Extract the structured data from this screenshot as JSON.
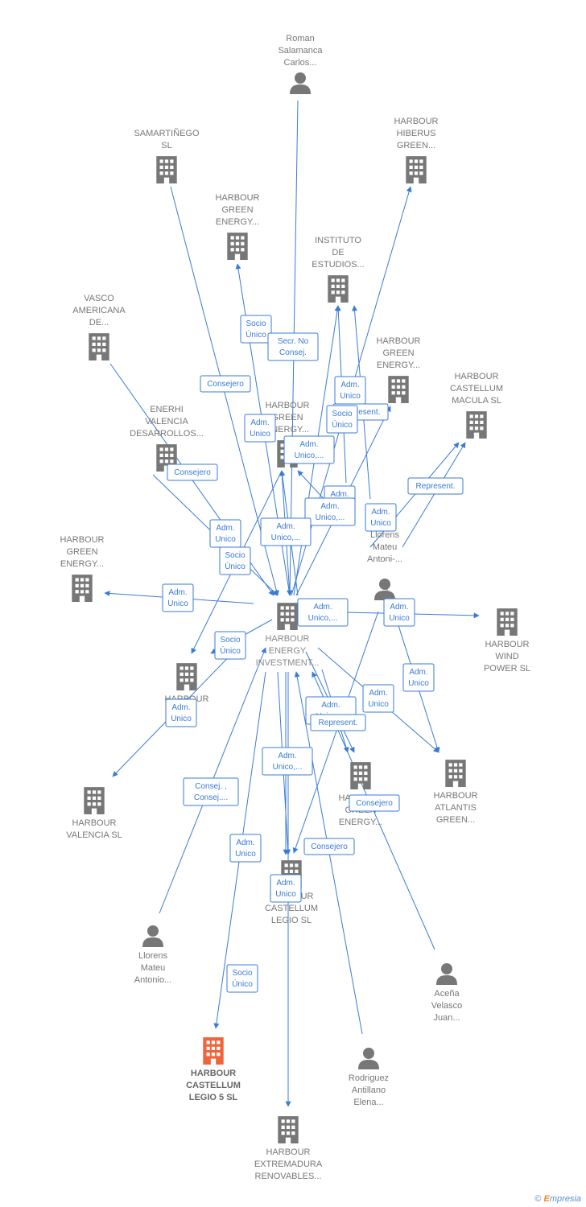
{
  "colors": {
    "edge": "#3a7bd5",
    "node": "#777777",
    "highlight": "#f0643c"
  },
  "nodes": [
    {
      "id": "center",
      "type": "company",
      "lines": [
        "HARBOUR",
        "ENERGY",
        "INVESTMENT..."
      ]
    },
    {
      "id": "roman",
      "type": "person",
      "lines": [
        "Roman",
        "Salamanca",
        "Carlos..."
      ]
    },
    {
      "id": "samartinego",
      "type": "company",
      "lines": [
        "SAMARTIÑEGO",
        "SL"
      ]
    },
    {
      "id": "hiberus",
      "type": "company",
      "lines": [
        "HARBOUR",
        "HIBERUS",
        "GREEN..."
      ]
    },
    {
      "id": "hge1",
      "type": "company",
      "lines": [
        "HARBOUR",
        "GREEN",
        "ENERGY..."
      ]
    },
    {
      "id": "instituto",
      "type": "company",
      "lines": [
        "INSTITUTO",
        "DE",
        "ESTUDIOS..."
      ]
    },
    {
      "id": "vasco",
      "type": "company",
      "lines": [
        "VASCO",
        "AMERICANA",
        "DE..."
      ]
    },
    {
      "id": "hge2",
      "type": "company",
      "lines": [
        "HARBOUR",
        "GREEN",
        "ENERGY..."
      ]
    },
    {
      "id": "macula",
      "type": "company",
      "lines": [
        "HARBOUR",
        "CASTELLUM",
        "MACULA  SL"
      ]
    },
    {
      "id": "enerhi",
      "type": "company",
      "lines": [
        "ENERHI",
        "VALENCIA",
        "DESARROLLOS..."
      ]
    },
    {
      "id": "hge3",
      "type": "company",
      "lines": [
        "HARBOUR",
        "GREEN",
        "ENERGY..."
      ]
    },
    {
      "id": "llorens1",
      "type": "person",
      "lines": [
        "Llorens",
        "Mateu",
        "Antoni-..."
      ]
    },
    {
      "id": "hge4",
      "type": "company",
      "lines": [
        "HARBOUR",
        "GREEN",
        "ENERGY..."
      ]
    },
    {
      "id": "wind",
      "type": "company",
      "lines": [
        "HARBOUR",
        "WIND",
        "POWER  SL"
      ]
    },
    {
      "id": "harbour_x",
      "type": "company",
      "lines": [
        "HARBOUR",
        "",
        ""
      ]
    },
    {
      "id": "valencia",
      "type": "company",
      "lines": [
        "HARBOUR",
        "VALENCIA  SL"
      ]
    },
    {
      "id": "hge5",
      "type": "company",
      "lines": [
        "HARBOUR",
        "GREEN",
        "ENERGY..."
      ]
    },
    {
      "id": "atlantis",
      "type": "company",
      "lines": [
        "HARBOUR",
        "ATLANTIS",
        "GREEN..."
      ]
    },
    {
      "id": "legio",
      "type": "company",
      "lines": [
        "HARBOUR",
        "CASTELLUM",
        "LEGIO  SL"
      ]
    },
    {
      "id": "llorens2",
      "type": "person",
      "lines": [
        "Llorens",
        "Mateu",
        "Antonio..."
      ]
    },
    {
      "id": "acena",
      "type": "person",
      "lines": [
        "Aceña",
        "Velasco",
        "Juan..."
      ]
    },
    {
      "id": "legio5",
      "type": "company",
      "lines": [
        "HARBOUR",
        "CASTELLUM",
        "LEGIO 5  SL"
      ]
    },
    {
      "id": "rodriguez",
      "type": "person",
      "lines": [
        "Rodriguez",
        "Antillano",
        "Elena..."
      ]
    },
    {
      "id": "extremadura",
      "type": "company",
      "lines": [
        "HARBOUR",
        "EXTREMADURA",
        "RENOVABLES..."
      ]
    }
  ],
  "edge_labels": [
    [
      "Socio",
      "Único"
    ],
    [
      "Secr.  No",
      "Consej."
    ],
    [
      "Consejero"
    ],
    [
      "Adm.",
      "Unico"
    ],
    [
      "Represent."
    ],
    [
      "Socio",
      "Único"
    ],
    [
      "Adm.",
      "Unico"
    ],
    [
      "Adm.",
      "Unico,..."
    ],
    [
      "Consejero"
    ],
    [
      "Represent."
    ],
    [
      "Adm.",
      "Unico"
    ],
    [
      "Adm.",
      "Unico,..."
    ],
    [
      "Adm.",
      "Unico"
    ],
    [
      "Adm.",
      "Unico,..."
    ],
    [
      "Adm.",
      "Unico"
    ],
    [
      "Socio",
      "Único"
    ],
    [
      "Adm.",
      "Unico"
    ],
    [
      "Socio",
      "Único"
    ],
    [
      "Adm.",
      "Unico,..."
    ],
    [
      "Adm.",
      "Unico"
    ],
    [
      "Adm.",
      "Unico"
    ],
    [
      "Adm.",
      "Unico"
    ],
    [
      "Adm.",
      "Unico,..."
    ],
    [
      "Represent."
    ],
    [
      "Adm.",
      "Unico"
    ],
    [
      "Consej. ,",
      "Consej...."
    ],
    [
      "Adm.",
      "Unico,..."
    ],
    [
      "Consejero"
    ],
    [
      "Adm.",
      "Unico"
    ],
    [
      "Consejero"
    ],
    [
      "Adm.",
      "Unico"
    ],
    [
      "Socio",
      "Único"
    ]
  ],
  "footer": {
    "copyright": "©",
    "brand_initial": "E",
    "brand_rest": "mpresia"
  }
}
